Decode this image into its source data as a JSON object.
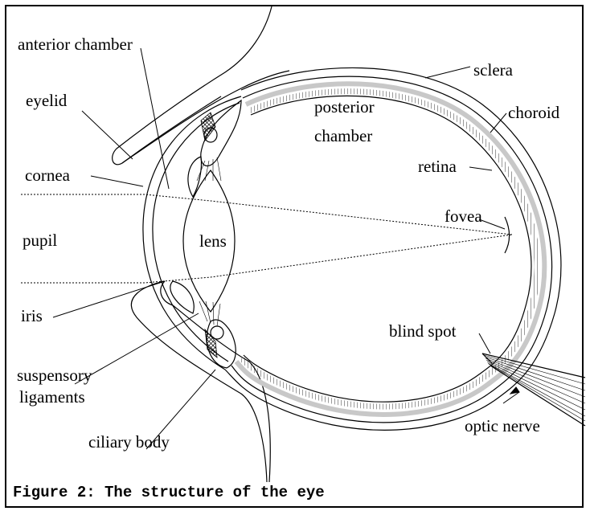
{
  "caption": "Figure 2: The structure of the eye",
  "colors": {
    "line": "#000000",
    "choroid": "#c8c8c8",
    "background": "#ffffff"
  },
  "labels": {
    "anterior_chamber": "anterior chamber",
    "eyelid": "eyelid",
    "cornea": "cornea",
    "pupil": "pupil",
    "lens": "lens",
    "iris": "iris",
    "suspensory_line1": "suspensory",
    "suspensory_line2": "ligaments",
    "ciliary_body": "ciliary body",
    "posterior_line1": "posterior",
    "posterior_line2": "chamber",
    "sclera": "sclera",
    "choroid": "choroid",
    "retina": "retina",
    "fovea": "fovea",
    "blind_spot": "blind spot",
    "optic_nerve": "optic nerve"
  }
}
